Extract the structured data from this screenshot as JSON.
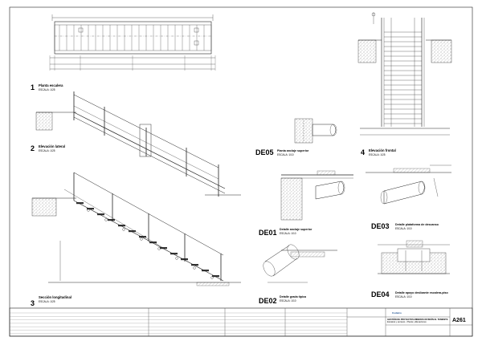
{
  "views": {
    "v1": {
      "number": "1",
      "title": "Planta escalera",
      "scale": "ESCALA: 1/25"
    },
    "v2": {
      "number": "2",
      "title": "Elevación lateral",
      "scale": "ESCALA: 1/25"
    },
    "v3": {
      "number": "3",
      "title": "Sección longitudinal",
      "scale": "ESCALA: 1/25"
    },
    "v4": {
      "number": "4",
      "title": "Elevación frontal",
      "scale": "ESCALA: 1/25"
    }
  },
  "details": {
    "de01": {
      "code": "DE01",
      "title": "Detalle anclaje superior",
      "scale": "ESCALA: 1/10"
    },
    "de02": {
      "code": "DE02",
      "title": "Detalle grada típica",
      "scale": "ESCALA: 1/10"
    },
    "de03": {
      "code": "DE03",
      "title": "Detalle plataforma de descanso",
      "scale": "ESCALA: 1/10"
    },
    "de04": {
      "code": "DE04",
      "title": "Detalle apoyo deslizante escalera-piso",
      "scale": "ESCALA: 1/10"
    },
    "de05": {
      "code": "DE05",
      "title": "Planta anclaje superior",
      "scale": "ESCALA: 1/10"
    }
  },
  "title_block": {
    "sheet_number": "A261",
    "brand": "Codelco",
    "project": "GESTIÓN DE PROYECTOS MINEROS DIVISIÓN EL TENIENTE",
    "drawing_title": "Escalera y accesos - Planta y Elevaciones"
  }
}
